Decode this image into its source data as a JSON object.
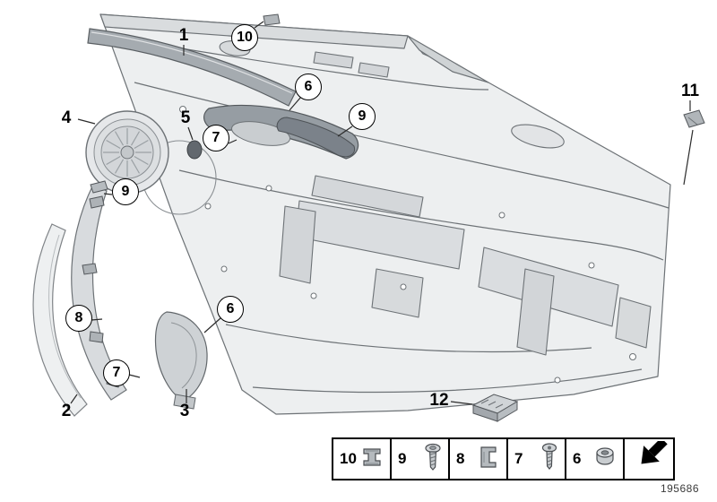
{
  "figure": {
    "part_number": "195686"
  },
  "callouts": [
    {
      "label": "1"
    },
    {
      "label": "10"
    },
    {
      "label": "6"
    },
    {
      "label": "9"
    },
    {
      "label": "4"
    },
    {
      "label": "5"
    },
    {
      "label": "7"
    },
    {
      "label": "9"
    },
    {
      "label": "11"
    },
    {
      "label": "8"
    },
    {
      "label": "6"
    },
    {
      "label": "7"
    },
    {
      "label": "2"
    },
    {
      "label": "3"
    },
    {
      "label": "12"
    }
  ],
  "legend": {
    "items": [
      {
        "label": "10",
        "icon": "spring-clip-icon"
      },
      {
        "label": "9",
        "icon": "screw-icon"
      },
      {
        "label": "8",
        "icon": "clamp-clip-icon"
      },
      {
        "label": "7",
        "icon": "torx-screw-icon"
      },
      {
        "label": "6",
        "icon": "grommet-icon"
      }
    ],
    "arrow_icon": "direction-arrow-icon",
    "colors": {
      "line": "#000000",
      "part_gray": "#b5babe"
    }
  }
}
